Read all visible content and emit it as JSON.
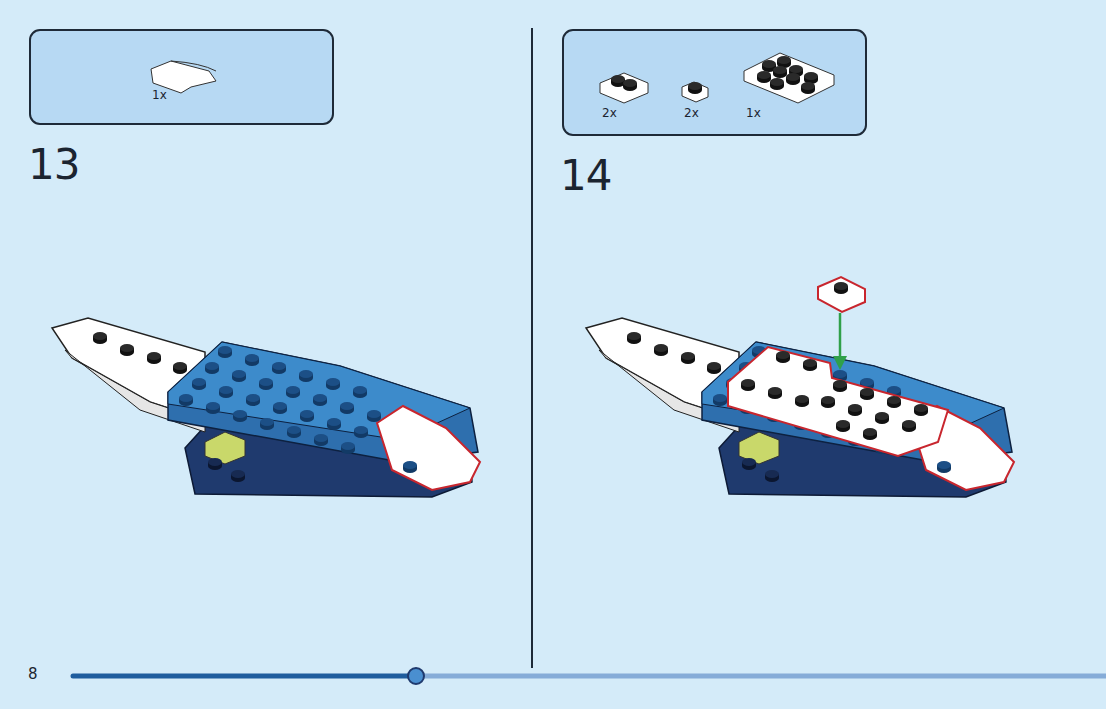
{
  "diagram": {
    "nodes": [
      {
        "text": [
          "1x"
        ]
      },
      {
        "text": [
          "2x",
          "2x",
          "1x"
        ]
      }
    ],
    "labels": [
      "13",
      "14",
      "8"
    ]
  }
}
